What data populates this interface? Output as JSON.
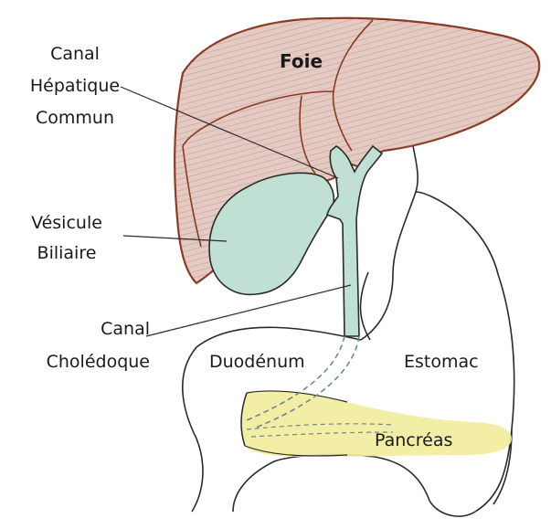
{
  "labels": {
    "foie": "Foie",
    "canal_hepatique": [
      "Canal",
      "Hépatique",
      "Commun"
    ],
    "vesicule": [
      "Vésicule",
      "Biliaire"
    ],
    "canal_choledoque": [
      "Canal",
      "Cholédoque"
    ],
    "duodenum": "Duodénum",
    "estomac": "Estomac",
    "pancreas": "Pancréas"
  },
  "colors": {
    "liver_fill": "#e3cbc4",
    "liver_outline": "#8a3a22",
    "liver_hatch": "#b5756a",
    "bile_fill": "#bfe0d2",
    "pancreas_fill": "#f1ec9c",
    "outline": "#2a2a2a"
  }
}
